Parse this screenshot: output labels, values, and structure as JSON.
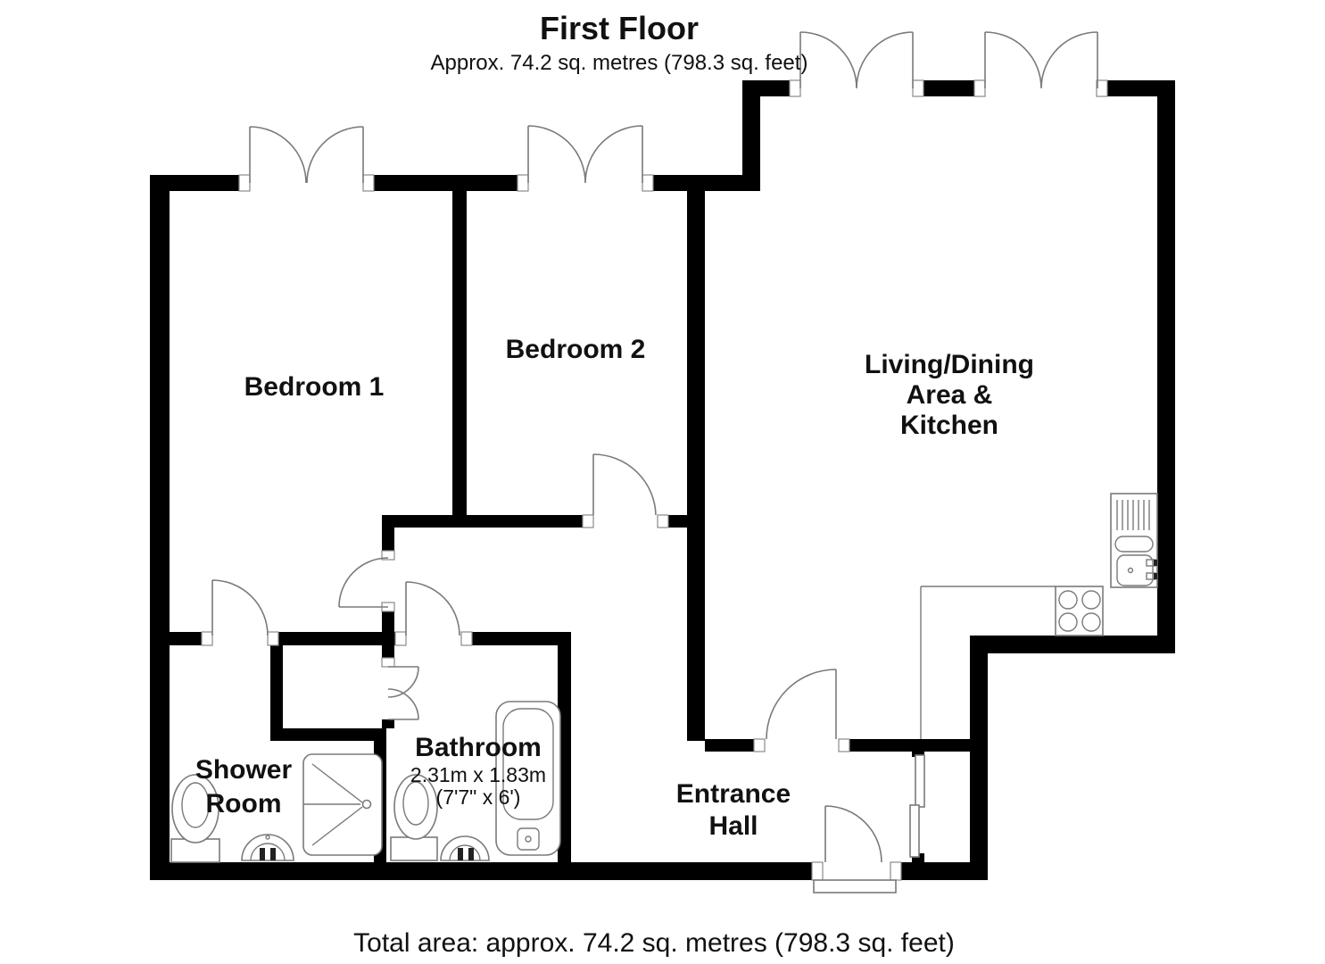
{
  "header": {
    "title": "First Floor",
    "subtitle": "Approx. 74.2 sq. metres (798.3 sq. feet)"
  },
  "footer": {
    "total_area": "Total area: approx. 74.2 sq. metres (798.3 sq. feet)"
  },
  "rooms": {
    "bedroom1": {
      "label": "Bedroom 1"
    },
    "bedroom2": {
      "label": "Bedroom 2"
    },
    "living": {
      "lines": [
        "Living/Dining",
        "Area &",
        "Kitchen"
      ]
    },
    "shower": {
      "lines": [
        "Shower",
        "Room"
      ]
    },
    "bathroom": {
      "label": "Bathroom",
      "metric": "2.31m x 1.83m",
      "imperial": "(7'7\" x 6')"
    },
    "hall": {
      "lines": [
        "Entrance",
        "Hall"
      ]
    }
  },
  "fixtures": {
    "shower_room": [
      "toilet-icon",
      "basin-icon",
      "shower-tray-icon"
    ],
    "bathroom": [
      "toilet-icon",
      "basin-icon",
      "bathtub-icon"
    ],
    "kitchen": [
      "hob-icon",
      "kitchen-sink-icon",
      "counter"
    ],
    "hall": [
      "entrance-door",
      "sliding-door-cupboard",
      "threshold"
    ]
  },
  "colors": {
    "wall": "#000000",
    "line": "#7a7a7a",
    "background": "#ffffff",
    "text": "#111111"
  }
}
